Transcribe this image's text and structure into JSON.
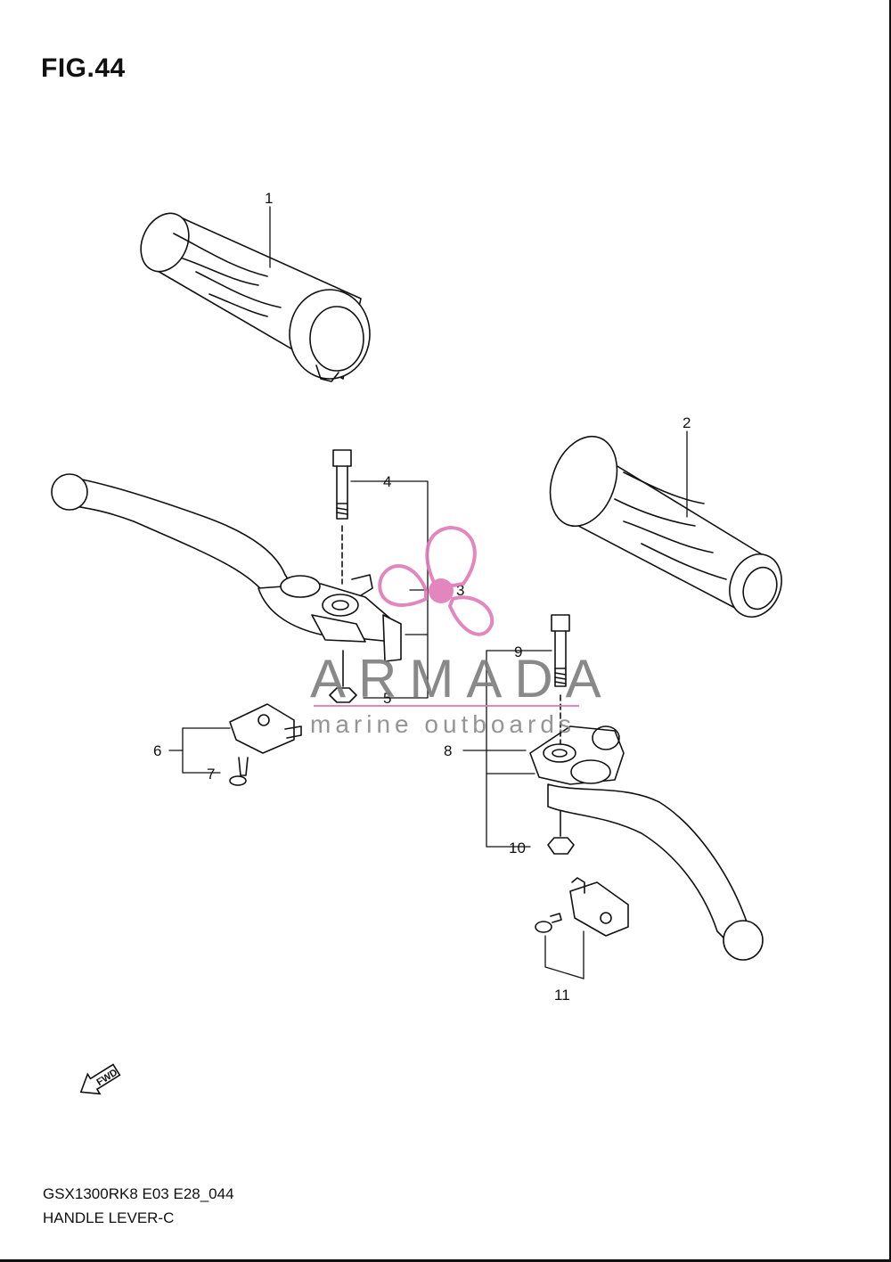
{
  "figure": {
    "title": "FIG.44"
  },
  "footer": {
    "model_code": "GSX1300RK8 E03 E28_044",
    "diagram_name": "HANDLE LEVER-C"
  },
  "callouts": [
    "1",
    "2",
    "3",
    "4",
    "5",
    "6",
    "7",
    "8",
    "9",
    "10",
    "11"
  ],
  "direction_marker": {
    "label": "FWD",
    "icon": "arrow-fwd-icon"
  },
  "watermark": {
    "brand": "ARMADA",
    "tagline": "marine outboards",
    "icon": "propeller-icon",
    "accent_color": "#e17ab8"
  },
  "colors": {
    "line": "#111111",
    "background": "#ffffff"
  }
}
